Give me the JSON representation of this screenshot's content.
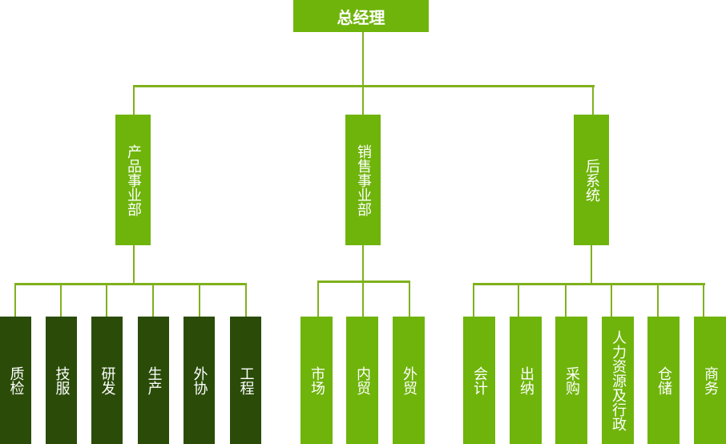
{
  "colors": {
    "line": "#7fb11c",
    "light": "#6fb40b",
    "dark": "#2a4c08",
    "text": "#ffffff"
  },
  "root": {
    "label": "总经理"
  },
  "departments": [
    {
      "label": "产品事业部",
      "children": [
        {
          "label": "质检"
        },
        {
          "label": "技服"
        },
        {
          "label": "研发"
        },
        {
          "label": "生产"
        },
        {
          "label": "外协"
        },
        {
          "label": "工程"
        }
      ]
    },
    {
      "label": "销售事业部",
      "children": [
        {
          "label": "市场"
        },
        {
          "label": "内贸"
        },
        {
          "label": "外贸"
        }
      ]
    },
    {
      "label": "后系统",
      "children": [
        {
          "label": "会计"
        },
        {
          "label": "出纳"
        },
        {
          "label": "采购"
        },
        {
          "label": "人力资源及行政"
        },
        {
          "label": "仓储"
        },
        {
          "label": "商务"
        }
      ]
    }
  ]
}
